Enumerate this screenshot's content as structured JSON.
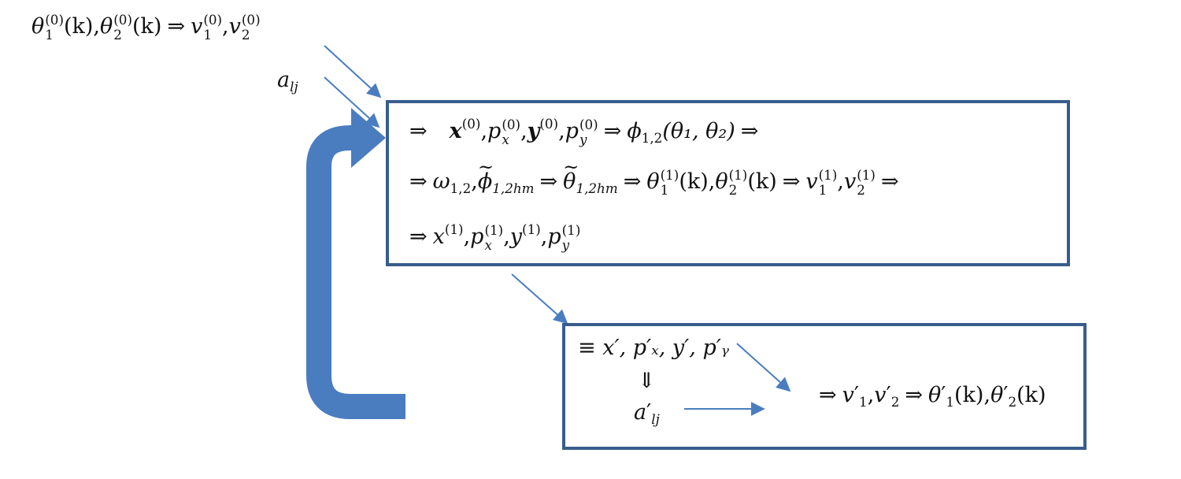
{
  "diagram": {
    "colors": {
      "box_border": "#375d8c",
      "arrow": "#4a7dbf",
      "feedback_arrow": "#4a7cc0",
      "text": "#111111"
    },
    "top_left": {
      "implies": "⇒",
      "theta_sym": "θ",
      "v_sym": "v",
      "idx1": "1",
      "idx2": "2",
      "iter": "(0)",
      "arg": "(k)",
      "comma": ","
    },
    "alj": {
      "sym": "a",
      "sub": "lj"
    },
    "main_box": {
      "implies": "⇒",
      "comma": ",",
      "line1": {
        "x": "x",
        "px": "p",
        "x_sub": "x",
        "y": "y",
        "py": "p",
        "y_sub": "y",
        "iter": "(0)",
        "phi": "ϕ",
        "phi_sub": "1,2",
        "phi_args": "(θ₁, θ₂)"
      },
      "line2": {
        "omega": "ω",
        "omega_sub": "1,2",
        "phi": "ϕ",
        "phi_sub": "1,2hm",
        "theta": "θ",
        "theta_sub": "1,2hm",
        "idx1": "1",
        "idx2": "2",
        "iter": "(1)",
        "arg": "(k)",
        "v": "v"
      },
      "line3": {
        "x": "x",
        "px": "p",
        "x_sub": "x",
        "y": "y",
        "py": "p",
        "y_sub": "y",
        "iter": "(1)"
      }
    },
    "second_box": {
      "equiv": "≡",
      "primed": "x′, p′ₓ, y′, p′ᵧ",
      "down_arrow": "⇓",
      "a_prime": {
        "sym": "a",
        "prime": "′",
        "sub": "lj"
      },
      "result": {
        "implies": "⇒",
        "v": "v",
        "theta": "θ",
        "prime": "′",
        "idx1": "1",
        "idx2": "2",
        "arg": "(k)",
        "comma": ","
      }
    }
  }
}
